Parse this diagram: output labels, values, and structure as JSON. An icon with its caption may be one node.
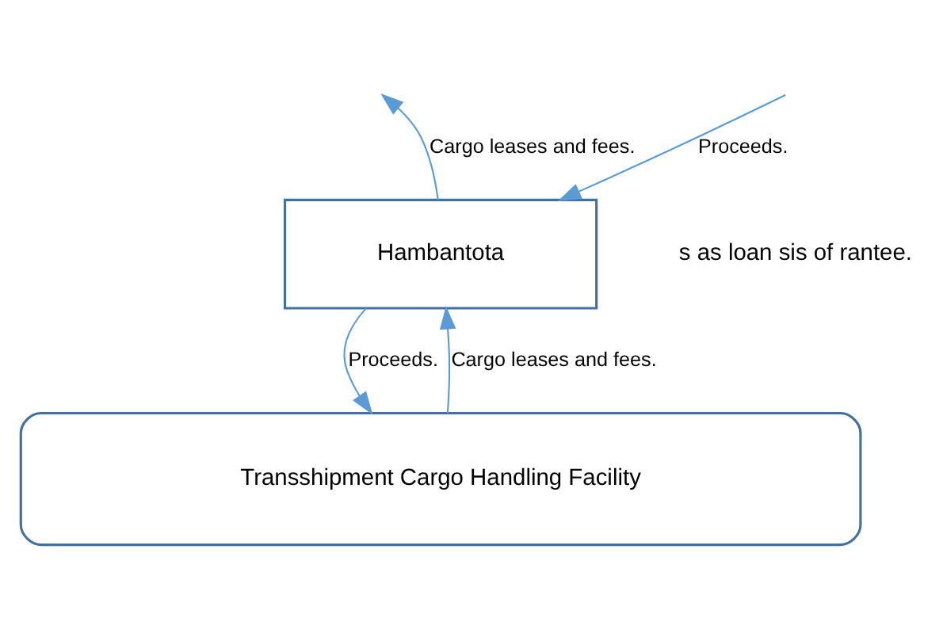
{
  "diagram": {
    "nodes": [
      {
        "text": [
          "Hambantota"
        ]
      },
      {
        "text": [
          "Transshipment Cargo Handling Facility"
        ]
      }
    ],
    "edges": [
      {
        "from": null,
        "to": 0,
        "arrow": "to",
        "label": "Proceeds."
      },
      {
        "from": 0,
        "to": null,
        "arrow": "to",
        "label": "Cargo leases and fees."
      },
      {
        "from": 0,
        "to": 1,
        "arrow": "to",
        "label": "Proceeds."
      },
      {
        "from": 1,
        "to": 0,
        "arrow": "to",
        "label": "Cargo leases and fees."
      }
    ],
    "labels": [
      "s as loan sis of rantee."
    ]
  }
}
